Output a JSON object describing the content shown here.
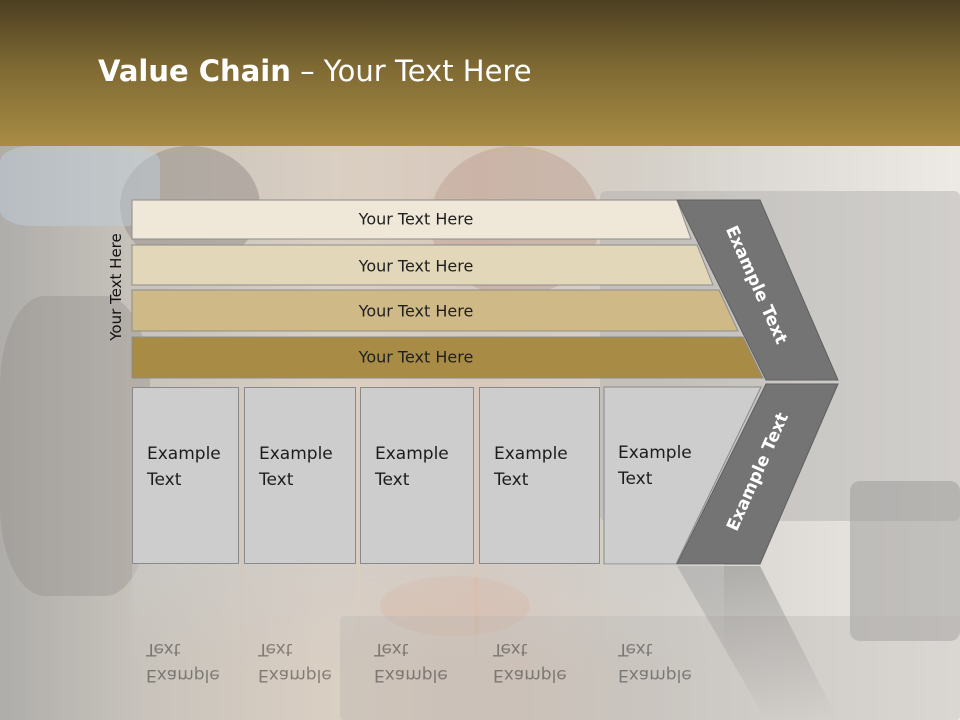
{
  "title": {
    "bold": "Value Chain",
    "rest": " – Your Text Here"
  },
  "side_label": "Your Text Here",
  "bands": [
    {
      "label": "Your Text Here",
      "color": "#efe8d8"
    },
    {
      "label": "Your Text Here",
      "color": "#e3d7b9"
    },
    {
      "label": "Your Text Here",
      "color": "#cfba87"
    },
    {
      "label": "Your Text Here",
      "color": "#a88c45"
    }
  ],
  "columns": [
    {
      "line1": "Example",
      "line2": "Text"
    },
    {
      "line1": "Example",
      "line2": "Text"
    },
    {
      "line1": "Example",
      "line2": "Text"
    },
    {
      "line1": "Example",
      "line2": "Text"
    },
    {
      "line1": "Example",
      "line2": "Text"
    }
  ],
  "arrow_upper_label": "Example Text",
  "arrow_lower_label": "Example Text",
  "colors": {
    "arrow": "#747474",
    "column": "#cdcdcd",
    "header": "#a88c45"
  }
}
